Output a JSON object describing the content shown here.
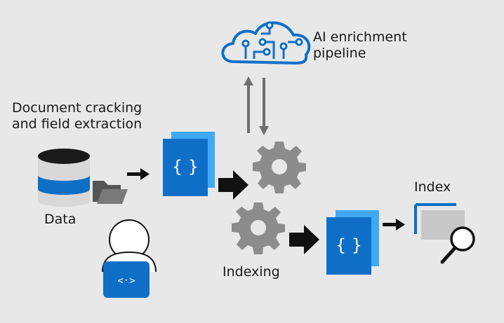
{
  "labels": {
    "ai_enrichment": [
      "AI enrichment",
      "pipeline"
    ],
    "document_cracking": [
      "Document cracking",
      "and field extraction"
    ],
    "data": "Data",
    "indexing": "Indexing",
    "index": "Index"
  },
  "glyphs": {
    "json_braces": "{ }",
    "code_brackets": "<·>"
  },
  "colors": {
    "background": "#e8e8e8",
    "azure_blue": "#0f6fc6",
    "light_blue": "#3fa9f5",
    "gear_gray": "#8c8c8c",
    "arrow_gray": "#6e6e6e",
    "black": "#111111"
  },
  "icons": [
    "cloud-icon",
    "database-icon",
    "folder-icon",
    "json-document-icon",
    "gear-icon",
    "developer-icon",
    "index-icon",
    "search-icon"
  ]
}
